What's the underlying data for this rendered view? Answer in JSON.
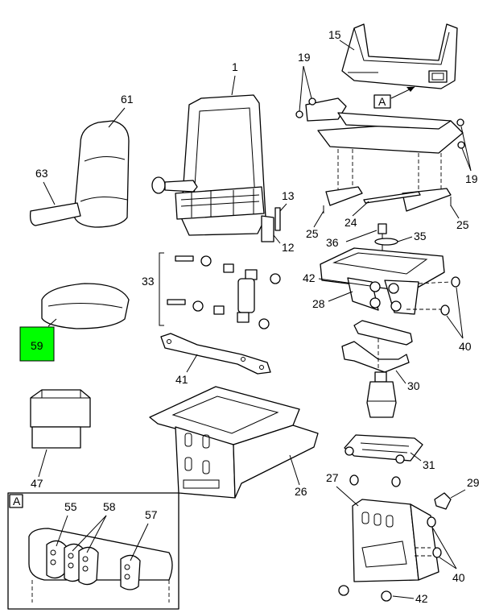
{
  "callouts": {
    "c15": "15",
    "c19a": "19",
    "c19b": "19",
    "cA_ref": "A",
    "c1": "1",
    "c61": "61",
    "c63": "63",
    "c13": "13",
    "c12": "12",
    "c25a": "25",
    "c24": "24",
    "c25b": "25",
    "c36": "36",
    "c35": "35",
    "c33": "33",
    "c42a": "42",
    "c28": "28",
    "c40a": "40",
    "c59": "59",
    "c41": "41",
    "c30": "30",
    "c47": "47",
    "c26": "26",
    "c31": "31",
    "c27": "27",
    "c29": "29",
    "c40b": "40",
    "c42b": "42",
    "c55": "55",
    "c58": "58",
    "c57": "57",
    "cA_inset": "A"
  },
  "colors": {
    "highlight": "#00ff00",
    "line": "#000000",
    "background": "#ffffff"
  }
}
